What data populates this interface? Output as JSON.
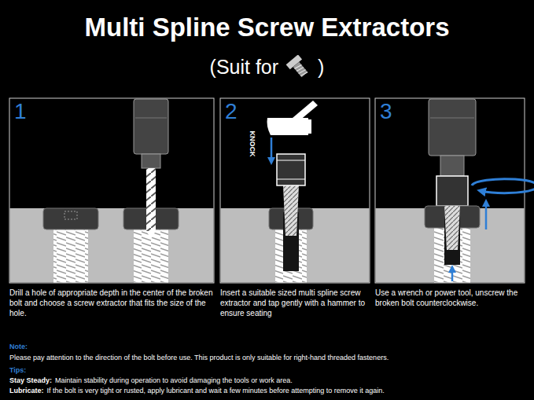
{
  "diagram": {
    "title": "Multi Spline Screw Extractors",
    "nodes": [
      {
        "text": [
          "1",
          "Drill a hole of appropriate depth in the center of the broken bolt and choose a screw extractor that fits the size of the hole."
        ]
      },
      {
        "text": [
          "2",
          "Insert a suitable sized multi spline screw extractor and tap gently with a hammer to ensure seating"
        ]
      },
      {
        "text": [
          "3",
          "Use a wrench or power tool, unscrew the broken bolt counterclockwise."
        ]
      }
    ],
    "labels": [
      "KNOCK",
      "(Suit for",
      ")",
      "Note:",
      "Please pay attention to the direction of the bolt before use. This product is only suitable for right-hand threaded fasteners.",
      "Tips:",
      "Stay Steady:",
      "Maintain stability during operation to avoid damaging the tools or work area.",
      "Lubricate:",
      "If the bolt is very tight or rusted, apply lubricant and wait a few minutes before attempting to remove it again."
    ]
  }
}
